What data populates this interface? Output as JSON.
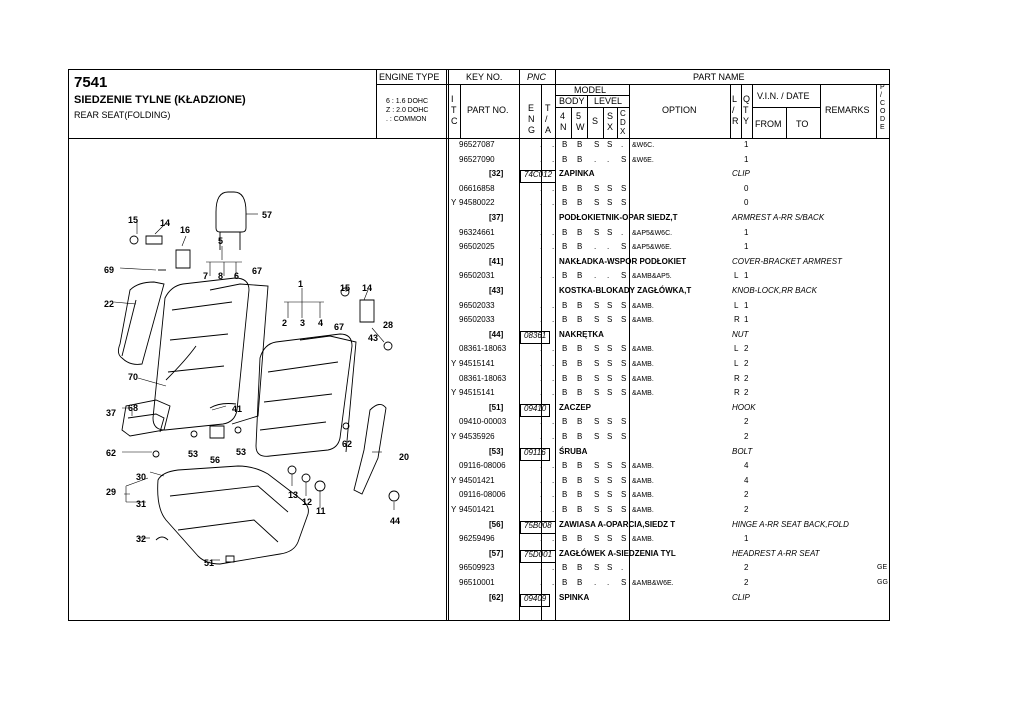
{
  "header": {
    "code": "7541",
    "title_pl": "SIEDZENIE TYLNE (KŁADZIONE)",
    "title_en": "REAR SEAT(FOLDING)",
    "engine_type_label": "ENGINE TYPE",
    "engine_lines": [
      "6 : 1.6 DOHC",
      "Z : 2.0 DOHC",
      ". : COMMON"
    ]
  },
  "table_header": {
    "key_no": "KEY NO.",
    "pnc": "PNC",
    "part_name": "PART NAME",
    "itc": [
      "I",
      "T",
      "C"
    ],
    "part_no": "PART NO.",
    "eng": [
      "E",
      "N",
      "G"
    ],
    "ta": [
      "T",
      "/",
      "A"
    ],
    "model": "MODEL",
    "body": "BODY",
    "level": "LEVEL",
    "body_cols": [
      [
        "4",
        "N"
      ],
      [
        "5",
        "W"
      ]
    ],
    "level_cols": [
      [
        "S"
      ],
      [
        "S",
        "X"
      ],
      [
        "C",
        "D",
        "X"
      ]
    ],
    "option": "OPTION",
    "lr": [
      "L",
      "/",
      "R"
    ],
    "qty": [
      "Q",
      "T",
      "Y"
    ],
    "vin_date": "V.I.N. / DATE",
    "from": "FROM",
    "to": "TO",
    "remarks": "REMARKS",
    "pcode": [
      "P",
      "/",
      "C",
      "O",
      "D",
      "E"
    ]
  },
  "rows": [
    {
      "type": "part",
      "itc": "",
      "part_no": "96527087",
      "eng": ".",
      "ta": ".",
      "b4": "B",
      "b5": "B",
      "s": "S",
      "sx": "S",
      "cdx": ".",
      "option": "&W6C.",
      "lr": "",
      "qty": "1",
      "remark": ""
    },
    {
      "type": "part",
      "itc": "",
      "part_no": "96527090",
      "eng": ".",
      "ta": ".",
      "b4": "B",
      "b5": "B",
      "s": ".",
      "sx": ".",
      "cdx": "S",
      "option": "&W6E.",
      "lr": "",
      "qty": "1",
      "remark": ""
    },
    {
      "type": "group",
      "key": "[32]",
      "pnc": "74C012",
      "name": "ZAPINKA",
      "en": "CLIP"
    },
    {
      "type": "part",
      "itc": "",
      "part_no": "06616858",
      "eng": ".",
      "ta": ".",
      "b4": "B",
      "b5": "B",
      "s": "S",
      "sx": "S",
      "cdx": "S",
      "option": "",
      "lr": "",
      "qty": "0",
      "remark": ""
    },
    {
      "type": "part",
      "itc": "Y",
      "part_no": "94580022",
      "eng": ".",
      "ta": ".",
      "b4": "B",
      "b5": "B",
      "s": "S",
      "sx": "S",
      "cdx": "S",
      "option": "",
      "lr": "",
      "qty": "0",
      "remark": ""
    },
    {
      "type": "group",
      "key": "[37]",
      "pnc": "",
      "name": "PODŁOKIETNIK-OPAR SIEDZ,T",
      "en": "ARMREST A-RR S/BACK"
    },
    {
      "type": "part",
      "itc": "",
      "part_no": "96324661",
      "eng": ".",
      "ta": ".",
      "b4": "B",
      "b5": "B",
      "s": "S",
      "sx": "S",
      "cdx": ".",
      "option": "&AP5&W6C.",
      "lr": "",
      "qty": "1",
      "remark": ""
    },
    {
      "type": "part",
      "itc": "",
      "part_no": "96502025",
      "eng": ".",
      "ta": ".",
      "b4": "B",
      "b5": "B",
      "s": ".",
      "sx": ".",
      "cdx": "S",
      "option": "&AP5&W6E.",
      "lr": "",
      "qty": "1",
      "remark": ""
    },
    {
      "type": "group",
      "key": "[41]",
      "pnc": "",
      "name": "NAKŁADKA-WSPOR PODŁOKIET",
      "en": "COVER-BRACKET ARMREST"
    },
    {
      "type": "part",
      "itc": "",
      "part_no": "96502031",
      "eng": ".",
      "ta": ".",
      "b4": "B",
      "b5": "B",
      "s": ".",
      "sx": ".",
      "cdx": "S",
      "option": "&AMB&AP5.",
      "lr": "L",
      "qty": "1",
      "remark": ""
    },
    {
      "type": "group",
      "key": "[43]",
      "pnc": "",
      "name": "KOSTKA-BLOKADY ZAGŁÓWKA,T",
      "en": "KNOB-LOCK,RR BACK"
    },
    {
      "type": "part",
      "itc": "",
      "part_no": "96502033",
      "eng": ".",
      "ta": ".",
      "b4": "B",
      "b5": "B",
      "s": "S",
      "sx": "S",
      "cdx": "S",
      "option": "&AMB.",
      "lr": "L",
      "qty": "1",
      "remark": ""
    },
    {
      "type": "part",
      "itc": "",
      "part_no": "96502033",
      "eng": ".",
      "ta": ".",
      "b4": "B",
      "b5": "B",
      "s": "S",
      "sx": "S",
      "cdx": "S",
      "option": "&AMB.",
      "lr": "R",
      "qty": "1",
      "remark": ""
    },
    {
      "type": "group",
      "key": "[44]",
      "pnc": "08361",
      "name": "NAKRĘTKA",
      "en": "NUT"
    },
    {
      "type": "part",
      "itc": "",
      "part_no": "08361-18063",
      "eng": ".",
      "ta": ".",
      "b4": "B",
      "b5": "B",
      "s": "S",
      "sx": "S",
      "cdx": "S",
      "option": "&AMB.",
      "lr": "L",
      "qty": "2",
      "remark": ""
    },
    {
      "type": "part",
      "itc": "Y",
      "part_no": "94515141",
      "eng": ".",
      "ta": ".",
      "b4": "B",
      "b5": "B",
      "s": "S",
      "sx": "S",
      "cdx": "S",
      "option": "&AMB.",
      "lr": "L",
      "qty": "2",
      "remark": ""
    },
    {
      "type": "part",
      "itc": "",
      "part_no": "08361-18063",
      "eng": ".",
      "ta": ".",
      "b4": "B",
      "b5": "B",
      "s": "S",
      "sx": "S",
      "cdx": "S",
      "option": "&AMB.",
      "lr": "R",
      "qty": "2",
      "remark": ""
    },
    {
      "type": "part",
      "itc": "Y",
      "part_no": "94515141",
      "eng": ".",
      "ta": ".",
      "b4": "B",
      "b5": "B",
      "s": "S",
      "sx": "S",
      "cdx": "S",
      "option": "&AMB.",
      "lr": "R",
      "qty": "2",
      "remark": ""
    },
    {
      "type": "group",
      "key": "[51]",
      "pnc": "09410",
      "name": "ZACZEP",
      "en": "HOOK"
    },
    {
      "type": "part",
      "itc": "",
      "part_no": "09410-00003",
      "eng": ".",
      "ta": ".",
      "b4": "B",
      "b5": "B",
      "s": "S",
      "sx": "S",
      "cdx": "S",
      "option": "",
      "lr": "",
      "qty": "2",
      "remark": ""
    },
    {
      "type": "part",
      "itc": "Y",
      "part_no": "94535926",
      "eng": ".",
      "ta": ".",
      "b4": "B",
      "b5": "B",
      "s": "S",
      "sx": "S",
      "cdx": "S",
      "option": "",
      "lr": "",
      "qty": "2",
      "remark": ""
    },
    {
      "type": "group",
      "key": "[53]",
      "pnc": "09116",
      "name": "ŚRUBA",
      "en": "BOLT"
    },
    {
      "type": "part",
      "itc": "",
      "part_no": "09116-08006",
      "eng": ".",
      "ta": ".",
      "b4": "B",
      "b5": "B",
      "s": "S",
      "sx": "S",
      "cdx": "S",
      "option": "&AMB.",
      "lr": "",
      "qty": "4",
      "remark": ""
    },
    {
      "type": "part",
      "itc": "Y",
      "part_no": "94501421",
      "eng": ".",
      "ta": ".",
      "b4": "B",
      "b5": "B",
      "s": "S",
      "sx": "S",
      "cdx": "S",
      "option": "&AMB.",
      "lr": "",
      "qty": "4",
      "remark": ""
    },
    {
      "type": "part",
      "itc": "",
      "part_no": "09116-08006",
      "eng": ".",
      "ta": ".",
      "b4": "B",
      "b5": "B",
      "s": "S",
      "sx": "S",
      "cdx": "S",
      "option": "&AMB.",
      "lr": "",
      "qty": "2",
      "remark": ""
    },
    {
      "type": "part",
      "itc": "Y",
      "part_no": "94501421",
      "eng": ".",
      "ta": ".",
      "b4": "B",
      "b5": "B",
      "s": "S",
      "sx": "S",
      "cdx": "S",
      "option": "&AMB.",
      "lr": "",
      "qty": "2",
      "remark": ""
    },
    {
      "type": "group",
      "key": "[56]",
      "pnc": "75B008",
      "name": "ZAWIASA A-OPARCIA,SIEDZ T",
      "en": "HINGE A-RR SEAT BACK,FOLD"
    },
    {
      "type": "part",
      "itc": "",
      "part_no": "96259496",
      "eng": ".",
      "ta": ".",
      "b4": "B",
      "b5": "B",
      "s": "S",
      "sx": "S",
      "cdx": "S",
      "option": "&AMB.",
      "lr": "",
      "qty": "1",
      "remark": ""
    },
    {
      "type": "group",
      "key": "[57]",
      "pnc": "75D001",
      "name": "ZAGŁÓWEK A-SIEDZENIA TYL",
      "en": "HEADREST A-RR SEAT"
    },
    {
      "type": "part",
      "itc": "",
      "part_no": "96509923",
      "eng": ".",
      "ta": ".",
      "b4": "B",
      "b5": "B",
      "s": "S",
      "sx": "S",
      "cdx": ".",
      "option": "",
      "lr": "",
      "qty": "2",
      "remark": "GE"
    },
    {
      "type": "part",
      "itc": "",
      "part_no": "96510001",
      "eng": ".",
      "ta": ".",
      "b4": "B",
      "b5": "B",
      "s": ".",
      "sx": ".",
      "cdx": "S",
      "option": "&AMB&W6E.",
      "lr": "",
      "qty": "2",
      "remark": "GG"
    },
    {
      "type": "group",
      "key": "[62]",
      "pnc": "09409",
      "name": "SPINKA",
      "en": "CLIP"
    }
  ],
  "diagram": {
    "callouts": [
      "57",
      "15",
      "14",
      "16",
      "5",
      "69",
      "7",
      "8",
      "6",
      "67",
      "1",
      "15",
      "14",
      "22",
      "2",
      "3",
      "4",
      "67",
      "28",
      "43",
      "70",
      "68",
      "37",
      "41",
      "62",
      "53",
      "56",
      "53",
      "62",
      "20",
      "30",
      "29",
      "31",
      "13",
      "12",
      "11",
      "44",
      "32",
      "51"
    ]
  }
}
